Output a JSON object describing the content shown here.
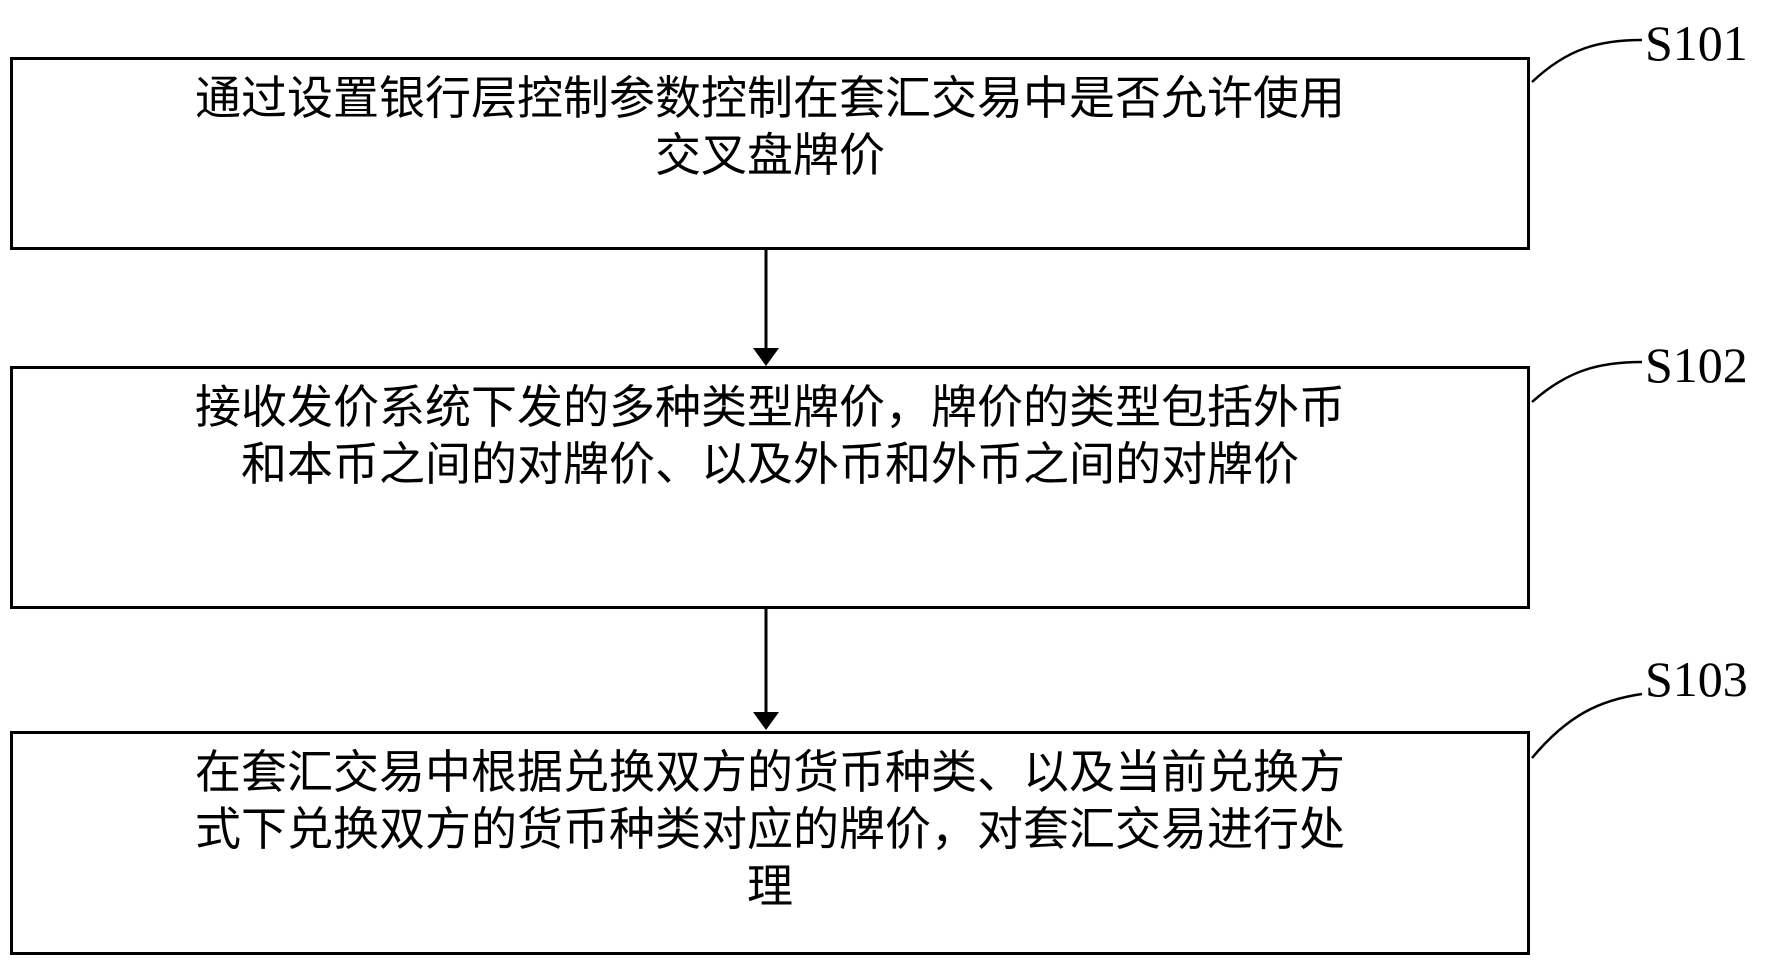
{
  "diagram": {
    "title": "",
    "colors": {
      "background": "#ffffff",
      "border": "#000000",
      "text": "#000000"
    },
    "steps": [
      {
        "id": "S101",
        "lines": [
          "通过设置银行层控制参数控制在套汇交易中是否允许使用",
          "交叉盘牌价"
        ]
      },
      {
        "id": "S102",
        "lines": [
          "接收发价系统下发的多种类型牌价，牌价的类型包括外币",
          "和本币之间的对牌价、以及外币和外币之间的对牌价"
        ]
      },
      {
        "id": "S103",
        "lines": [
          "在套汇交易中根据兑换双方的货币种类、以及当前兑换方",
          "式下兑换双方的货币种类对应的牌价，对套汇交易进行处",
          "理"
        ]
      }
    ]
  }
}
